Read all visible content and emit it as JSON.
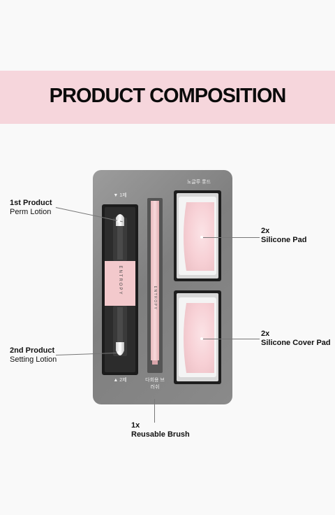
{
  "title": "PRODUCT COMPOSITION",
  "tray": {
    "top_label": "노글루 롯드",
    "step1_marker": "▼ 1제",
    "step2_marker": "▲ 2제",
    "bottle_brand": "ENTROPY",
    "brush_brand": "ENTROPY",
    "brush_label": "다회용 브러쉬"
  },
  "labels": {
    "first_title": "1st Product",
    "first_sub": "Perm Lotion",
    "second_title": "2nd Product",
    "second_sub": "Setting Lotion",
    "pad_qty": "2x",
    "pad_name": "Silicone Pad",
    "cover_qty": "2x",
    "cover_name": "Silicone Cover Pad",
    "brush_qty": "1x",
    "brush_name": "Reusable Brush"
  },
  "colors": {
    "banner": "#f6d6dc",
    "tray": "#8a8a8a",
    "pink": "#f3c9cc"
  }
}
